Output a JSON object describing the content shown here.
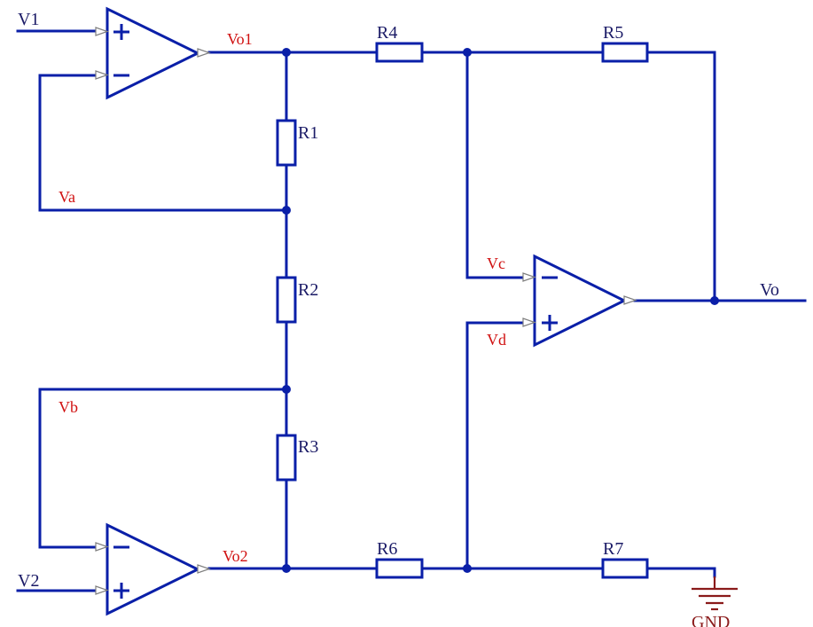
{
  "inputs": {
    "v1": "V1",
    "v2": "V2"
  },
  "outputs": {
    "vo": "Vo"
  },
  "nodes": {
    "vo1": "Vo1",
    "vo2": "Vo2",
    "va": "Va",
    "vb": "Vb",
    "vc": "Vc",
    "vd": "Vd"
  },
  "resistors": {
    "r1": "R1",
    "r2": "R2",
    "r3": "R3",
    "r4": "R4",
    "r5": "R5",
    "r6": "R6",
    "r7": "R7"
  },
  "ground": {
    "label": "GND"
  },
  "colors": {
    "wire": "#0a1fa8",
    "node_label": "#d01010",
    "ground": "#8a1a1a"
  }
}
